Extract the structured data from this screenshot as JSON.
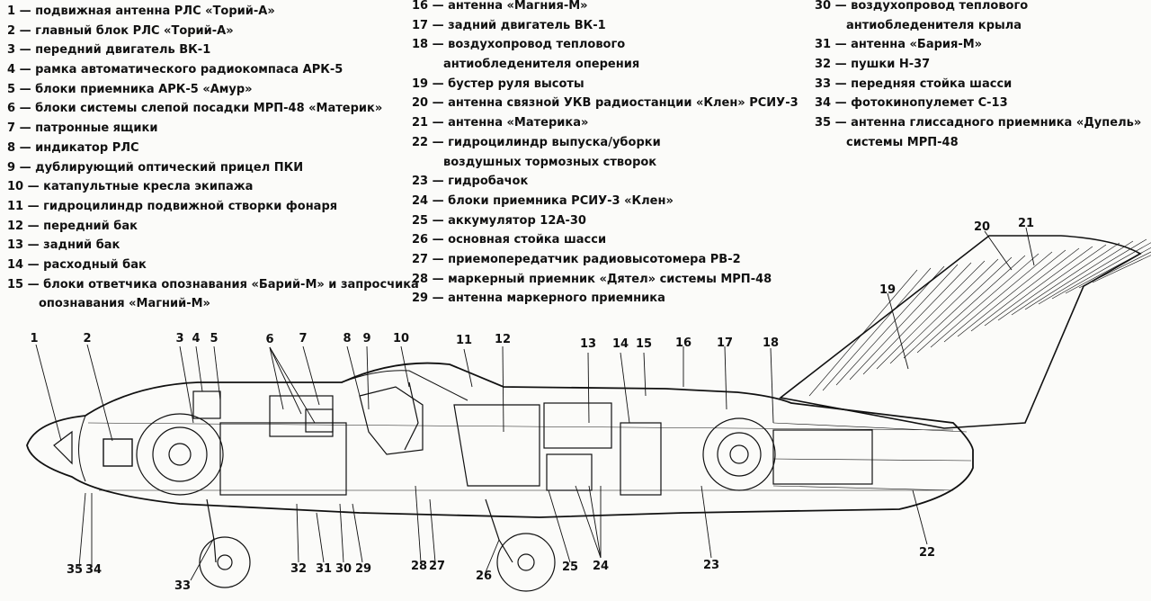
{
  "legend": {
    "col1": [
      "1 — подвижная антенна РЛС «Торий-А»",
      "2 — главный блок РЛС «Торий-А»",
      "3 — передний двигатель ВК-1",
      "4 — рамка автоматического радиокомпаса АРК-5",
      "5 — блоки приемника АРК-5 «Амур»",
      "6 — блоки системы слепой посадки МРП-48 «Материк»",
      "7 — патронные ящики",
      "8 — индикатор РЛС",
      "9 — дублирующий оптический прицел ПКИ",
      "10 — катапультные кресла экипажа",
      "11 — гидроцилиндр подвижной створки фонаря",
      "12 — передний бак",
      "13 — задний бак",
      "14 — расходный бак",
      "15 — блоки ответчика опознавания «Барий-М» и запросчика",
      "опознавания «Магний-М»"
    ],
    "col2": [
      "16 — антенна «Магния-М»",
      "17 — задний двигатель ВК-1",
      "18 — воздухопровод теплового",
      "антиобледенителя оперения",
      "19 — бустер руля высоты",
      "20 — антенна связной УКВ радиостанции «Клен» РСИУ-3",
      "21 — антенна «Материка»",
      "22 — гидроцилиндр выпуска/уборки",
      "воздушных тормозных створок",
      "23 — гидробачок",
      "24 — блоки приемника РСИУ-3 «Клен»",
      "25 — аккумулятор 12А-30",
      "26 — основная стойка шасси",
      "27 — приемопередатчик радиовысотомера РВ-2",
      "28 — маркерный приемник «Дятел» системы МРП-48",
      "29 — антенна маркерного приемника"
    ],
    "col3": [
      "30 — воздухопровод теплового",
      "антиобледенителя крыла",
      "31 — антенна «Бария-М»",
      "32 — пушки Н-37",
      "33 — передняя стойка шасси",
      "34 — фотокинопулемет С-13",
      "35 — антенна глиссадного приемника «Дупель»",
      "системы МРП-48"
    ]
  },
  "callouts": {
    "top": [
      "1",
      "2",
      "3",
      "4",
      "5",
      "6",
      "7",
      "8",
      "9",
      "10",
      "11",
      "12",
      "13",
      "14",
      "15",
      "16",
      "17",
      "18"
    ],
    "tail": [
      "19",
      "20",
      "21"
    ],
    "bottom": [
      "35",
      "34",
      "33",
      "32",
      "31",
      "30",
      "29",
      "28",
      "27",
      "26",
      "25",
      "24",
      "23",
      "22"
    ]
  }
}
